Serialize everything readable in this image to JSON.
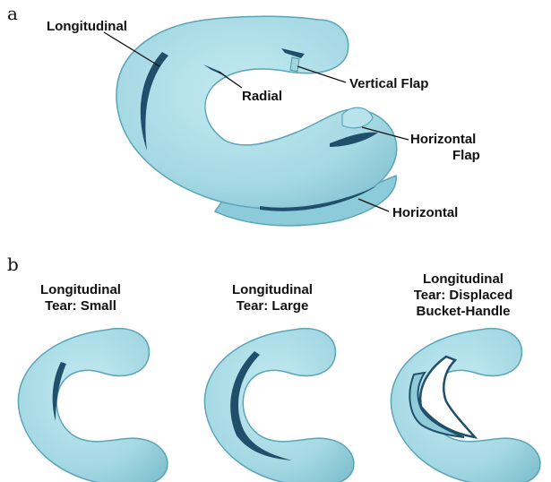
{
  "panel_a": {
    "letter": "a",
    "labels": {
      "longitudinal": "Longitudinal",
      "radial": "Radial",
      "vertical_flap": "Vertical Flap",
      "horizontal_flap_line1": "Horizontal",
      "horizontal_flap_line2": "Flap",
      "horizontal": "Horizontal"
    }
  },
  "panel_b": {
    "letter": "b",
    "captions": [
      {
        "line1": "Longitudinal",
        "line2": "Tear: Small"
      },
      {
        "line1": "Longitudinal",
        "line2": "Tear: Large"
      },
      {
        "line1": "Longitudinal",
        "line2": "Tear: Displaced",
        "line3": "Bucket-Handle"
      }
    ]
  },
  "colors": {
    "meniscus_fill": "#a8dce6",
    "meniscus_stroke": "#5aa5b8",
    "meniscus_shadow": "#6fb5c6",
    "tear_dark": "#1f4f6a"
  }
}
